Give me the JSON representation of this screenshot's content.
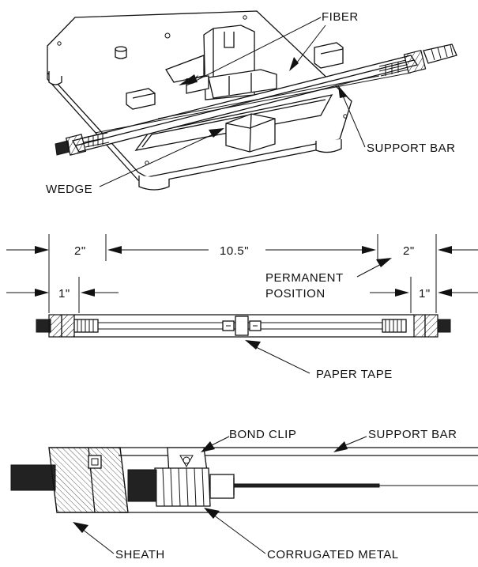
{
  "top_view": {
    "labels": {
      "fiber": "FIBER",
      "support_bar": "SUPPORT BAR",
      "wedge": "WEDGE"
    }
  },
  "middle_view": {
    "dimensions": {
      "left_outer": "2\"",
      "left_inner": "1\"",
      "center": "10.5\"",
      "right_outer": "2\"",
      "right_inner": "1\""
    },
    "labels": {
      "permanent_line1": "PERMANENT",
      "permanent_line2": "POSITION",
      "paper_tape": "PAPER TAPE"
    }
  },
  "bottom_view": {
    "labels": {
      "bond_clip": "BOND CLIP",
      "support_bar": "SUPPORT BAR",
      "sheath": "SHEATH",
      "corrugated_metal": "CORRUGATED METAL"
    }
  }
}
